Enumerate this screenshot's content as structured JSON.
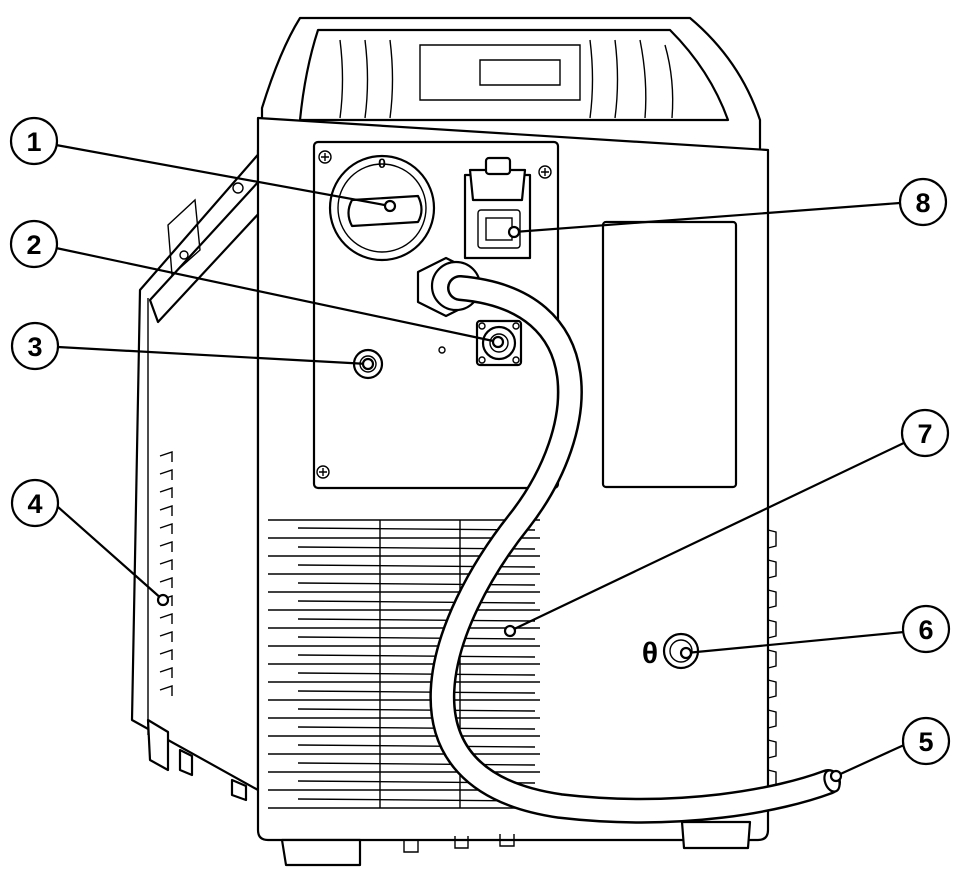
{
  "callouts": [
    {
      "id": "1",
      "label": "1"
    },
    {
      "id": "2",
      "label": "2"
    },
    {
      "id": "3",
      "label": "3"
    },
    {
      "id": "4",
      "label": "4"
    },
    {
      "id": "5",
      "label": "5"
    },
    {
      "id": "6",
      "label": "6"
    },
    {
      "id": "7",
      "label": "7"
    },
    {
      "id": "8",
      "label": "8"
    }
  ],
  "markings": {
    "switch_off_symbol": "0",
    "ground_symbol": "θ"
  },
  "colors": {
    "stroke": "#000000",
    "fill": "#ffffff"
  }
}
